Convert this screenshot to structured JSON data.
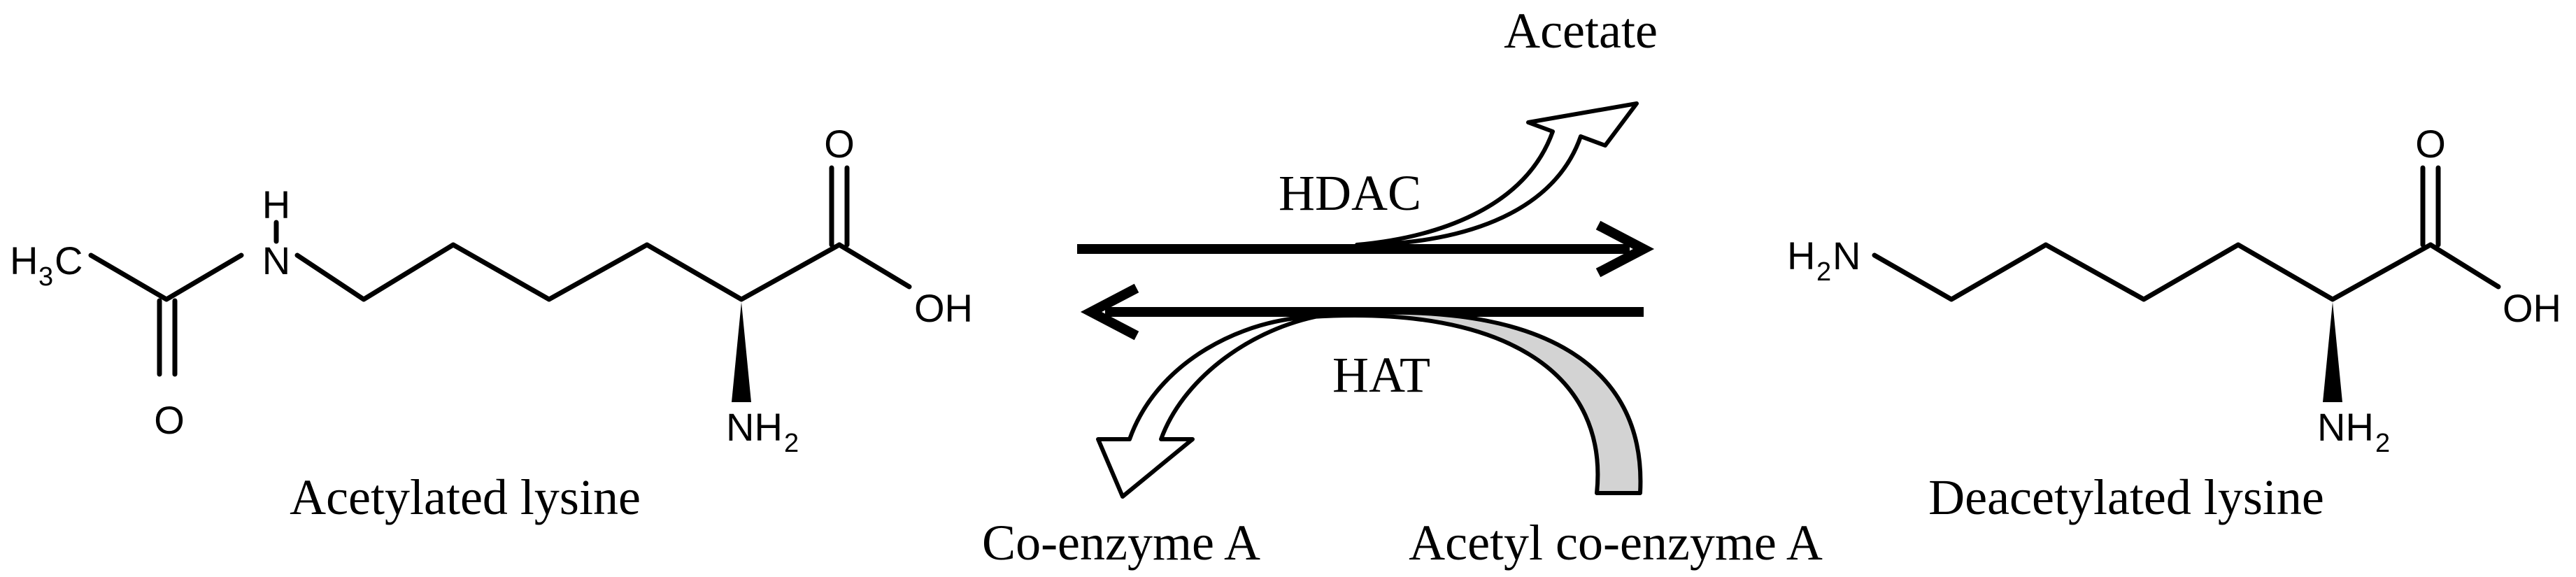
{
  "molecules": {
    "left": {
      "caption": "Acetylated lysine",
      "atoms": {
        "methyl_h": "H",
        "methyl_sub": "3",
        "methyl_c": "C",
        "amide_n": "N",
        "amide_h": "H",
        "carbonyl_o": "O",
        "acid_o": "O",
        "hydroxyl": "OH",
        "amino_n": "NH",
        "amino_sub": "2"
      }
    },
    "right": {
      "caption": "Deacetylated lysine",
      "atoms": {
        "amine_h": "H",
        "amine_sub": "2",
        "amine_n": "N",
        "acid_o": "O",
        "hydroxyl": "OH",
        "amino_n": "NH",
        "amino_sub": "2"
      }
    }
  },
  "reaction": {
    "forward_enzyme": "HDAC",
    "reverse_enzyme": "HAT",
    "forward_product": "Acetate",
    "reverse_product": "Co-enzyme A",
    "reverse_substrate": "Acetyl co-enzyme A"
  },
  "colors": {
    "ink": "#000000",
    "substrate_fill": "#d3d3d3",
    "product_fill": "#ffffff"
  }
}
